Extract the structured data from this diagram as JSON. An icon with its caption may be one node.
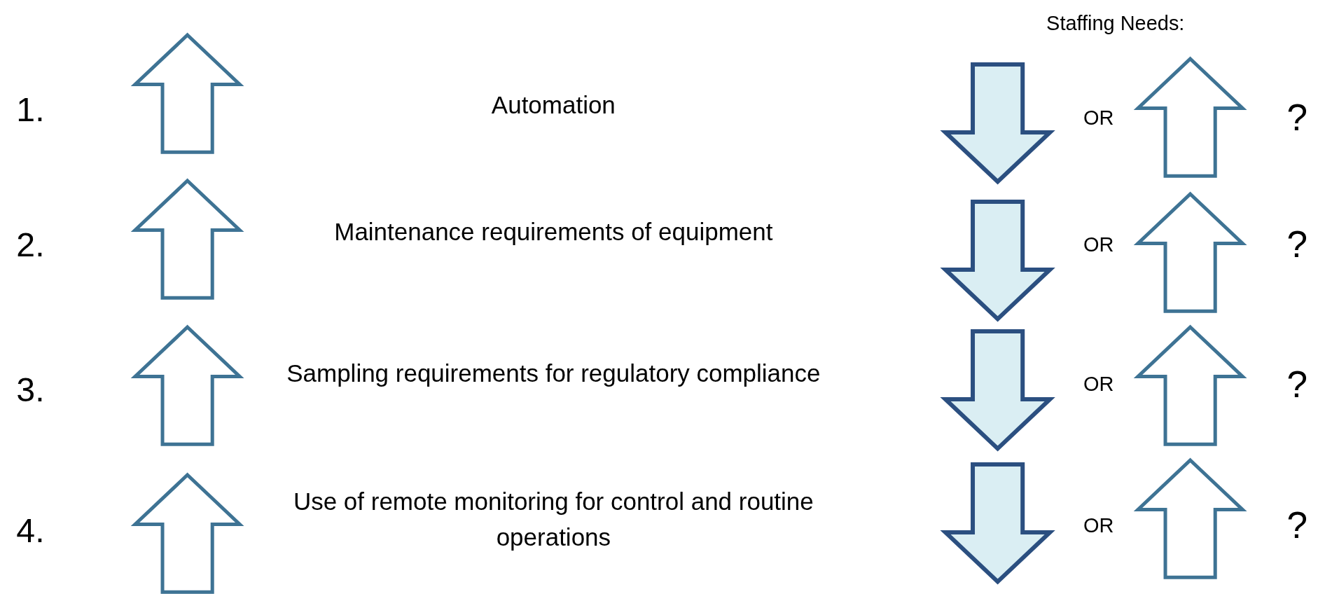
{
  "diagram": {
    "labels": [
      "Staffing Needs:",
      "1.",
      "Automation",
      "OR",
      "?",
      "2.",
      "Maintenance requirements of equipment",
      "OR",
      "?",
      "3.",
      "Sampling requirements for regulatory compliance",
      "OR",
      "?",
      "4.",
      "Use of remote monitoring for control and routine operations",
      "OR",
      "?"
    ]
  }
}
